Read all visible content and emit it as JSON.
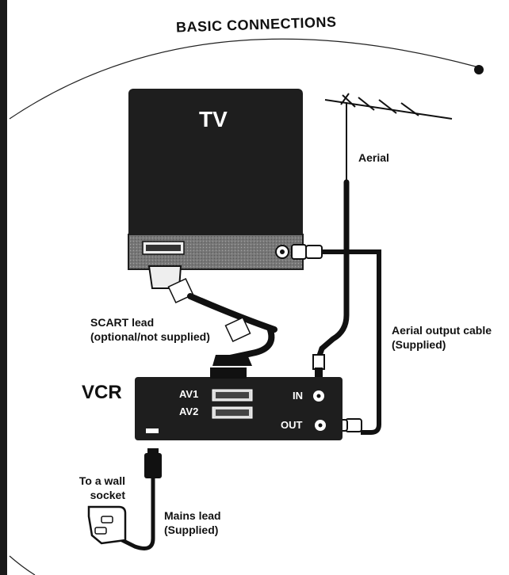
{
  "title": "BASIC CONNECTIONS",
  "tv": {
    "label": "TV"
  },
  "vcr": {
    "label": "VCR",
    "av1": "AV1",
    "av2": "AV2",
    "in": "IN",
    "out": "OUT"
  },
  "labels": {
    "aerial": "Aerial",
    "scart_line1": "SCART lead",
    "scart_line2": "(optional/not supplied)",
    "aerial_output_line1": "Aerial output cable",
    "aerial_output_line2": "(Supplied)",
    "wall_line1": "To a wall",
    "wall_line2": "socket",
    "mains_line1": "Mains lead",
    "mains_line2": "(Supplied)"
  },
  "colors": {
    "ink": "#111111",
    "panel": "#222222",
    "paper": "#ffffff"
  }
}
